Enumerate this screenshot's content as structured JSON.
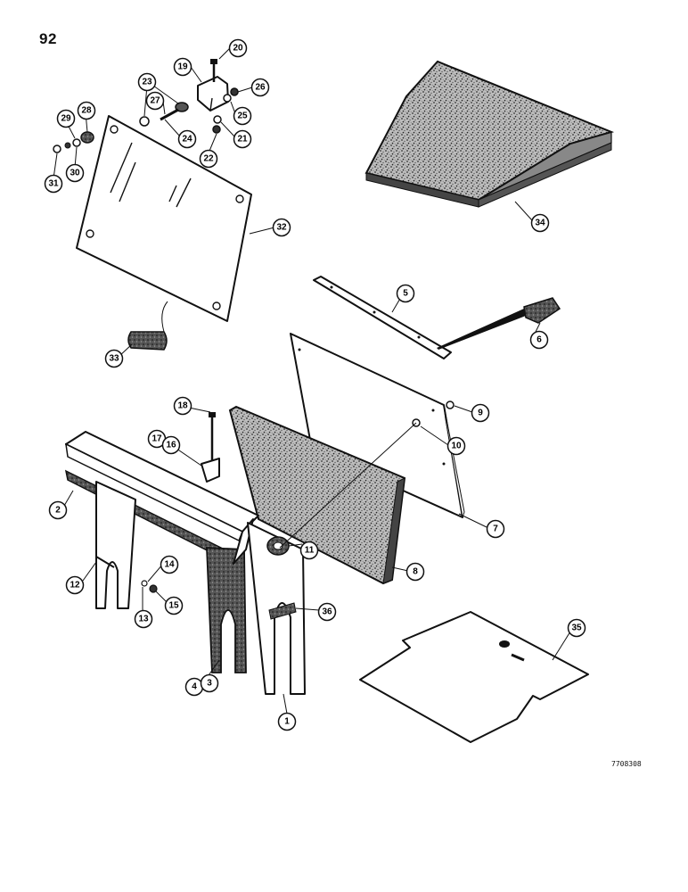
{
  "page_number": "92",
  "drawing_code": "7708308",
  "callouts": [
    {
      "id": "c20",
      "label": "20"
    },
    {
      "id": "c19",
      "label": "19"
    },
    {
      "id": "c26",
      "label": "26"
    },
    {
      "id": "c23",
      "label": "23"
    },
    {
      "id": "c27",
      "label": "27"
    },
    {
      "id": "c25",
      "label": "25"
    },
    {
      "id": "c28",
      "label": "28"
    },
    {
      "id": "c29",
      "label": "29"
    },
    {
      "id": "c24",
      "label": "24"
    },
    {
      "id": "c21",
      "label": "21"
    },
    {
      "id": "c22",
      "label": "22"
    },
    {
      "id": "c30",
      "label": "30"
    },
    {
      "id": "c31",
      "label": "31"
    },
    {
      "id": "c32",
      "label": "32"
    },
    {
      "id": "c34",
      "label": "34"
    },
    {
      "id": "c5",
      "label": "5"
    },
    {
      "id": "c6",
      "label": "6"
    },
    {
      "id": "c33",
      "label": "33"
    },
    {
      "id": "c18",
      "label": "18"
    },
    {
      "id": "c9",
      "label": "9"
    },
    {
      "id": "c17",
      "label": "17"
    },
    {
      "id": "c16",
      "label": "16"
    },
    {
      "id": "c10",
      "label": "10"
    },
    {
      "id": "c2",
      "label": "2"
    },
    {
      "id": "c7",
      "label": "7"
    },
    {
      "id": "c14",
      "label": "14"
    },
    {
      "id": "c11",
      "label": "11"
    },
    {
      "id": "c8",
      "label": "8"
    },
    {
      "id": "c12",
      "label": "12"
    },
    {
      "id": "c15",
      "label": "15"
    },
    {
      "id": "c13",
      "label": "13"
    },
    {
      "id": "c36",
      "label": "36"
    },
    {
      "id": "c35",
      "label": "35"
    },
    {
      "id": "c4",
      "label": "4"
    },
    {
      "id": "c3",
      "label": "3"
    },
    {
      "id": "c1",
      "label": "1"
    }
  ]
}
